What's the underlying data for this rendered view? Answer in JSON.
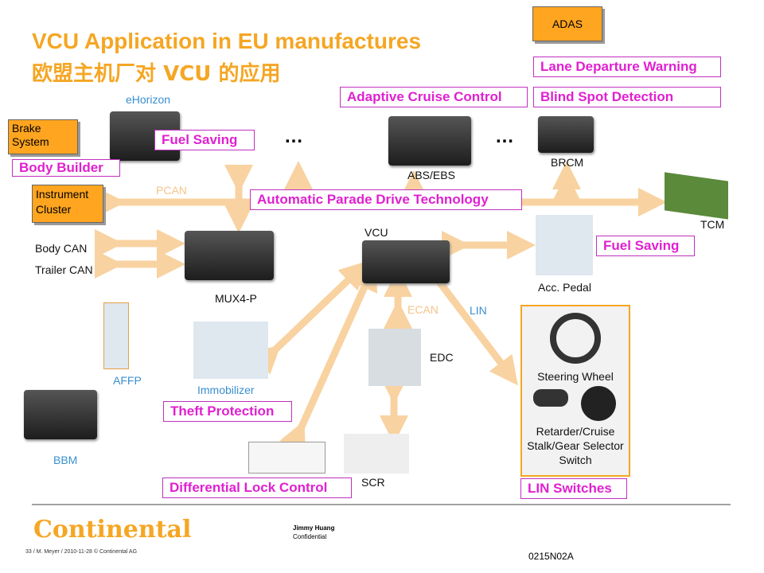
{
  "title": "VCU Application in EU manufactures",
  "subtitle_cn": "欧盟主机厂对",
  "subtitle_vcu": "VCU",
  "subtitle_cn2": "的应用",
  "boxes": {
    "adas": "ADAS",
    "brake": "Brake System",
    "instrument": "Instrument Cluster"
  },
  "features": {
    "ldw": "Lane Departure Warning",
    "acc": "Adaptive Cruise Control",
    "bsd": "Blind Spot Detection",
    "fuel1": "Fuel Saving",
    "body": "Body Builder",
    "apdt": "Automatic Parade Drive Technology",
    "fuel2": "Fuel Saving",
    "theft": "Theft Protection",
    "diff": "Differential Lock Control",
    "lin": "LIN Switches"
  },
  "labels": {
    "ehorizon": "eHorizon",
    "absebs": "ABS/EBS",
    "brcm": "BRCM",
    "dots1": "…",
    "dots2": "…",
    "pcan": "PCAN",
    "tcm": "TCM",
    "vcu": "VCU",
    "bodycan": "Body CAN",
    "trailercan": "Trailer CAN",
    "mux": "MUX4-P",
    "accpedal": "Acc. Pedal",
    "ecan": "ECAN",
    "lin": "LIN",
    "afpp": "AFFP",
    "immo": "Immobilizer",
    "edc": "EDC",
    "steering": "Steering Wheel",
    "retarder": "Retarder/Cruise Stalk/Gear Selector Switch",
    "bbm": "BBM",
    "scr": "SCR"
  },
  "footer": {
    "logo": "Continental",
    "author": "Jimmy Huang",
    "conf": "Confidential",
    "meta": "33 / M. Meyer / 2010-11-28 © Continental AG",
    "code": "0215N02A"
  },
  "colors": {
    "orange": "#f5a623",
    "magenta": "#e020d0",
    "arrow": "#f8d2a0"
  }
}
